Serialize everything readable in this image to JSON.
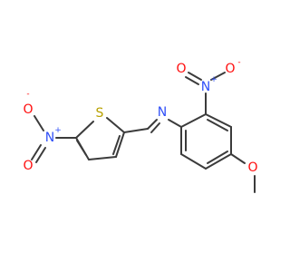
{
  "colors": {
    "bond": "#3b3b3b",
    "oxygen": "#ff0d0d",
    "nitrogen": "#3050f8",
    "sulfur": "#b8a100",
    "background": "#ffffff"
  },
  "atoms": {
    "thiophene_sulfur": {
      "symbol": "S"
    },
    "imine_nitrogen": {
      "symbol": "N"
    },
    "nitro_left_nitrogen": {
      "symbol": "N",
      "charge": "+"
    },
    "nitro_left_oxygen_minus": {
      "symbol": "O",
      "charge": "-"
    },
    "nitro_left_oxygen_double": {
      "symbol": "O"
    },
    "nitro_right_nitrogen": {
      "symbol": "N",
      "charge": "+"
    },
    "nitro_right_oxygen_minus": {
      "symbol": "O",
      "charge": "-"
    },
    "nitro_right_oxygen_double": {
      "symbol": "O"
    },
    "methoxy_oxygen": {
      "symbol": "O"
    }
  }
}
